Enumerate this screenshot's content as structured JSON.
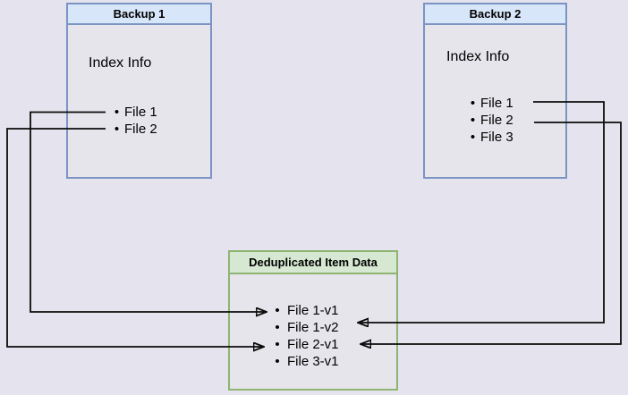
{
  "colors": {
    "page_bg": "#e5e4ee",
    "blue_border": "#7b94c4",
    "blue_header_fill": "#d8e6f9",
    "green_border": "#8eb471",
    "green_header_fill": "#d6e8d2",
    "line_color": "#0b0b0b"
  },
  "boxes": {
    "backup1": {
      "title": "Backup 1",
      "subtitle": "Index Info",
      "items": [
        "File 1",
        "File 2"
      ]
    },
    "backup2": {
      "title": "Backup 2",
      "subtitle": "Index Info",
      "items": [
        "File 1",
        "File 2",
        "File 3"
      ]
    },
    "dedup": {
      "title": "Deduplicated Item Data",
      "items": [
        "File 1-v1",
        "File 1-v2",
        "File 2-v1",
        "File 3-v1"
      ]
    }
  },
  "connections": [
    {
      "from": "Backup 1 / File 1",
      "to": "File 1-v1"
    },
    {
      "from": "Backup 1 / File 2",
      "to": "File 2-v1"
    },
    {
      "from": "Backup 2 / File 1",
      "to": "File 1-v2"
    },
    {
      "from": "Backup 2 / File 2",
      "to": "File 2-v1"
    }
  ]
}
